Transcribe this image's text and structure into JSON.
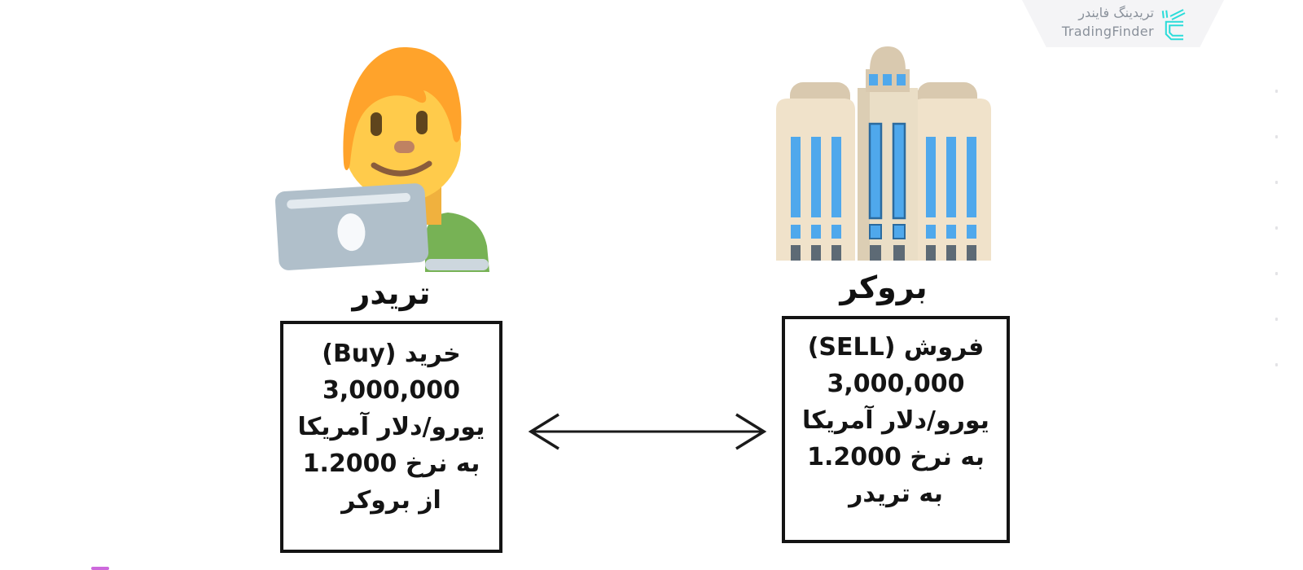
{
  "brand": {
    "name_fa": "تریدینگ فایندر",
    "name_en": "TradingFinder"
  },
  "trader": {
    "label": "تریدر",
    "box": {
      "lines": [
        "خرید (Buy)",
        "3,000,000",
        "یورو/دلار آمریکا",
        "به نرخ 1.2000",
        "از بروکر"
      ]
    }
  },
  "broker": {
    "label": "بروکر",
    "box": {
      "lines": [
        "فروش (SELL)",
        "3,000,000",
        "یورو/دلار آمریکا",
        "به نرخ 1.2000",
        "به تریدر"
      ]
    }
  },
  "trade": {
    "action_left": "Buy",
    "action_right": "SELL",
    "volume": "3,000,000",
    "rate": "1.2000",
    "pair_fa": "یورو/دلار آمریکا"
  },
  "icons": {
    "brand_logo": "tf-monogram-icon",
    "trader_figure": "man-technologist-emoji",
    "broker_figure": "office-building-emoji",
    "connector": "double-headed-arrow"
  },
  "colors": {
    "accent_cyan": "#2bdcd9",
    "banner_bg": "#f4f4f6",
    "brand_text": "#8a919b",
    "box_border": "#141414",
    "window_blue": "#4fa8ec",
    "building_tan": "#f0e2ca",
    "shirt_green": "#77b255",
    "hair_orange": "#ffa32b",
    "face_yellow": "#ffcb4b"
  }
}
